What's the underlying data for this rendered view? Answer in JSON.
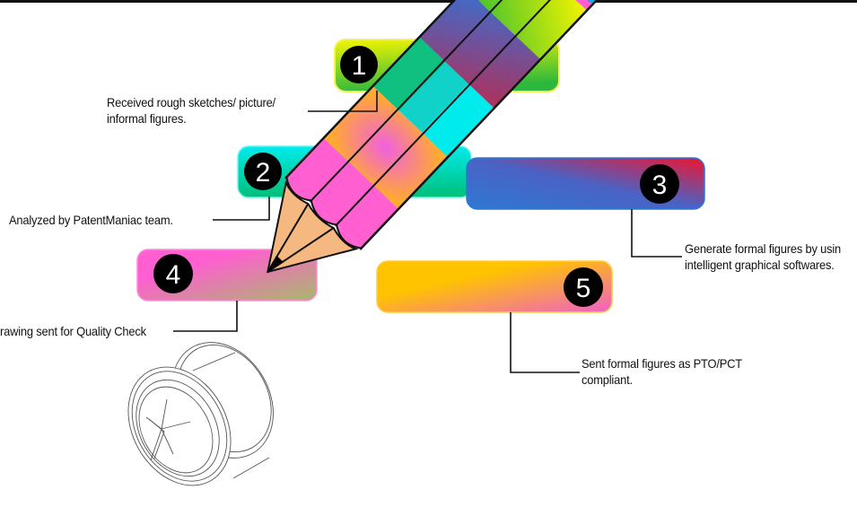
{
  "diagram": {
    "type": "process-flow",
    "steps": [
      {
        "number": "1",
        "label_line1": "Received rough sketches/ picture/",
        "label_line2": "informal figures.",
        "bar_colors": [
          "#f5f500",
          "#2db83d"
        ]
      },
      {
        "number": "2",
        "label_line1": "Analyzed by PatentManiac team.",
        "label_line2": "",
        "bar_colors": [
          "#00e9ea",
          "#00be7a"
        ]
      },
      {
        "number": "3",
        "label_line1": "Generate formal figures by usin",
        "label_line2": "intelligent graphical softwares.",
        "bar_colors": [
          "#2e78d4",
          "#ee1530"
        ]
      },
      {
        "number": "4",
        "label_line1": "rawing sent for Quality Check",
        "label_line2": "",
        "bar_colors": [
          "#ff5fd0",
          "#a9b86a"
        ]
      },
      {
        "number": "5",
        "label_line1": "Sent formal figures as PTO/PCT",
        "label_line2": "compliant.",
        "bar_colors": [
          "#ffc300",
          "#f060c8"
        ]
      }
    ],
    "pencil_colors": {
      "eraser": "#ff0000",
      "ferrule_blue": "#1aa8e8",
      "ferrule_pink": "#ff5fd0",
      "body_pink": "#ff5fd0",
      "wood": "#f5b880",
      "lead": "#000000"
    }
  }
}
